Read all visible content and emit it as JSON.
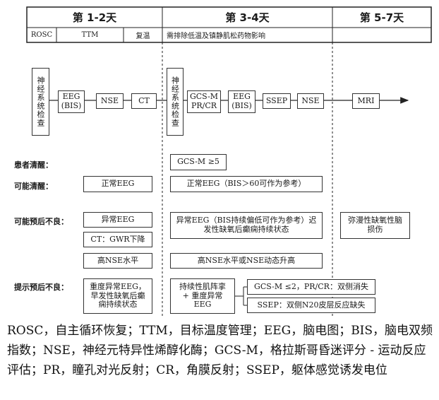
{
  "header": {
    "day12": "第 1-2天",
    "day34": "第 3-4天",
    "day57": "第 5-7天"
  },
  "subheader": {
    "rosc": "ROSC",
    "ttm": "TTM",
    "rewarm": "复温",
    "note": "需排除低温及镇静肌松药物影响"
  },
  "timeline": {
    "neuro_exam_1": "神经系统检查",
    "eeg_bis_1": "EEG (BIS)",
    "nse_1": "NSE",
    "ct": "CT",
    "neuro_exam_2": "神经系统检查",
    "gcs_pr_cr": "GCS-M PR/CR",
    "eeg_bis_2": "EEG (BIS)",
    "ssep": "SSEP",
    "nse_2": "NSE",
    "mri": "MRI"
  },
  "rows": {
    "awake_label": "患者清醒：",
    "awake_gcs": "GCS-M ≥5",
    "likely_awake_label": "可能清醒：",
    "normal_eeg_1": "正常EEG",
    "normal_eeg_2": "正常EEG（BIS＞60可作为参考）",
    "poor_label": "可能预后不良：",
    "abnormal_eeg_1": "异常EEG",
    "ct_gwr": "CT：GWR下降",
    "high_nse_1": "高NSE水平",
    "abnormal_eeg_2": "异常EEG（BIS持续偏低可作为参考）迟发性缺氧后癫痫持续状态",
    "high_nse_2": "高NSE水平或NSE动态升高",
    "diffuse_injury": "弥漫性缺氧性脑损伤",
    "suggest_label": "提示预后不良：",
    "severe_eeg": "重度异常EEG，早发性缺氧后癫痫持续状态",
    "myoclonus": "持续性肌阵挛 + 重度异常EEG",
    "gcs_low": "GCS-M ≤2，PR/CR：双侧消失",
    "ssep_absent": "SSEP：双侧N20皮层反应缺失"
  },
  "caption": "ROSC，自主循环恢复；TTM，目标温度管理；EEG，脑电图；BIS，脑电双频指数；NSE，神经元特异性烯醇化酶；GCS-M，格拉斯哥昏迷评分 - 运动反应评估；PR，瞳孔对光反射；CR，角膜反射；SSEP，躯体感觉诱发电位"
}
